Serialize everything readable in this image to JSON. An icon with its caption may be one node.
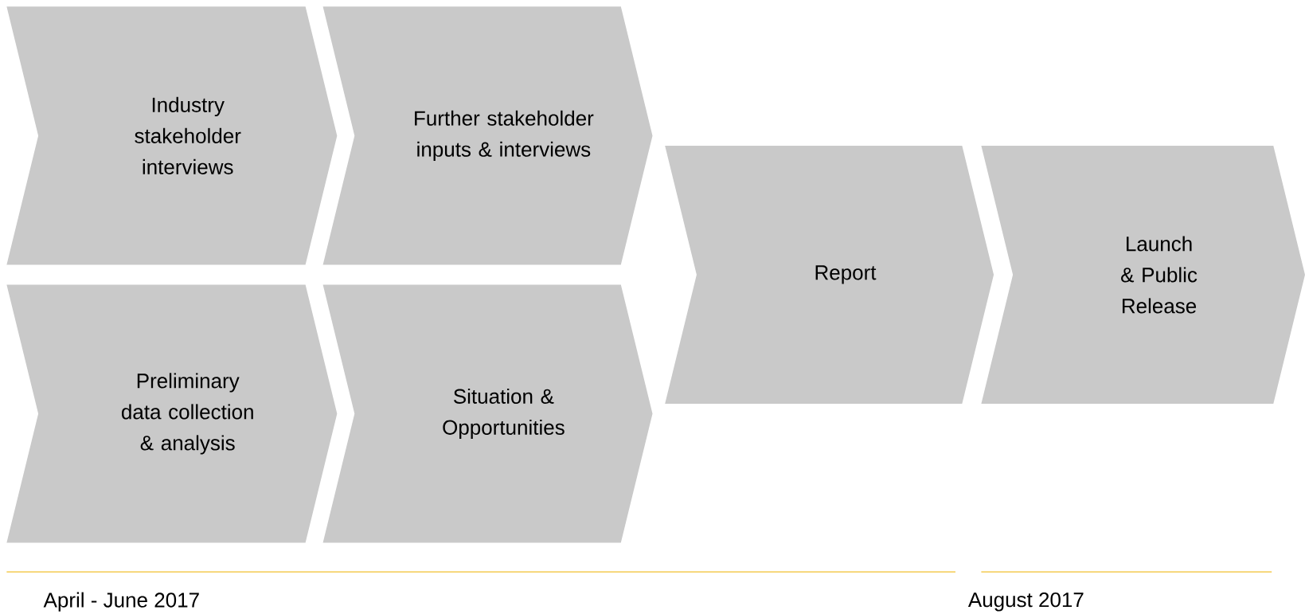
{
  "diagram": {
    "nodes": [
      {
        "text": [
          "Industry stakeholder interviews"
        ]
      },
      {
        "text": [
          "Further stakeholder inputs & interviews"
        ]
      },
      {
        "text": [
          "Preliminary data collection & analysis"
        ]
      },
      {
        "text": [
          "Situation & Opportunities"
        ]
      },
      {
        "text": [
          "Report"
        ]
      },
      {
        "text": [
          "Launch & Public Release"
        ]
      }
    ],
    "labels": [
      "April - June 2017",
      "August 2017"
    ]
  }
}
